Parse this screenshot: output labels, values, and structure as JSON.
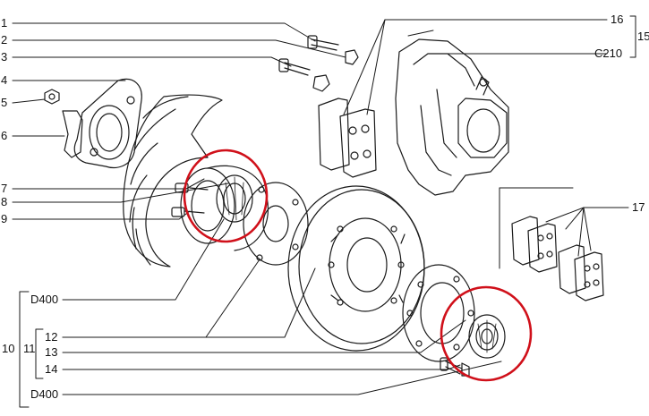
{
  "diagram": {
    "callouts_left": [
      "1",
      "2",
      "3",
      "4",
      "5",
      "6",
      "7",
      "8",
      "9"
    ],
    "callouts_bottom": [
      "12",
      "13",
      "14"
    ],
    "group_labels": {
      "d400_top": "D400",
      "d400_bottom": "D400",
      "group_10": "10",
      "group_11": "11"
    },
    "callouts_right": {
      "c16": "16",
      "c15": "15",
      "c210": "C210",
      "c17": "17"
    },
    "highlight_color": "#d0101a",
    "line_color": "#1a1a1a"
  }
}
